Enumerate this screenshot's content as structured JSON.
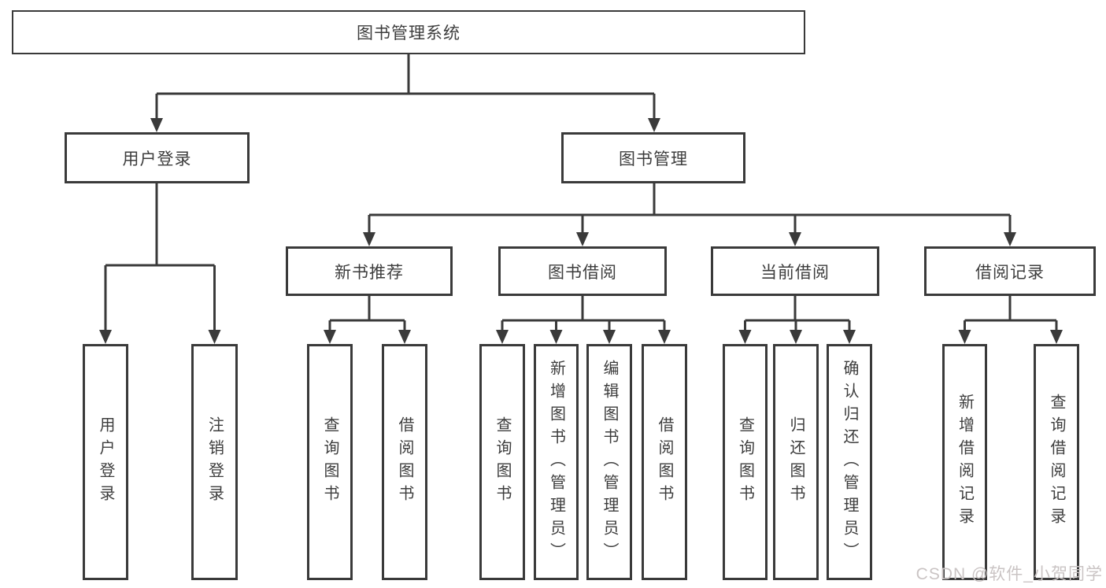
{
  "tree": {
    "label": "图书管理系统",
    "children": [
      {
        "label": "用户登录",
        "children": [
          {
            "label": "用户登录"
          },
          {
            "label": "注销登录"
          }
        ]
      },
      {
        "label": "图书管理",
        "children": [
          {
            "label": "新书推荐",
            "children": [
              {
                "label": "查询图书"
              },
              {
                "label": "借阅图书"
              }
            ]
          },
          {
            "label": "图书借阅",
            "children": [
              {
                "label": "查询图书"
              },
              {
                "label": "新增图书（管理员）"
              },
              {
                "label": "编辑图书（管理员）"
              },
              {
                "label": "借阅图书"
              }
            ]
          },
          {
            "label": "当前借阅",
            "children": [
              {
                "label": "查询图书"
              },
              {
                "label": "归还图书"
              },
              {
                "label": "确认归还（管理员）"
              }
            ]
          },
          {
            "label": "借阅记录",
            "children": [
              {
                "label": "新增借阅记录"
              },
              {
                "label": "查询借阅记录"
              }
            ]
          }
        ]
      }
    ]
  },
  "watermark": "CSDN @软件_小贺同学",
  "colors": {
    "line": "#3a3a3a",
    "text": "#3d3d3d",
    "background": "#ffffff",
    "watermark": "#cac4c4"
  }
}
